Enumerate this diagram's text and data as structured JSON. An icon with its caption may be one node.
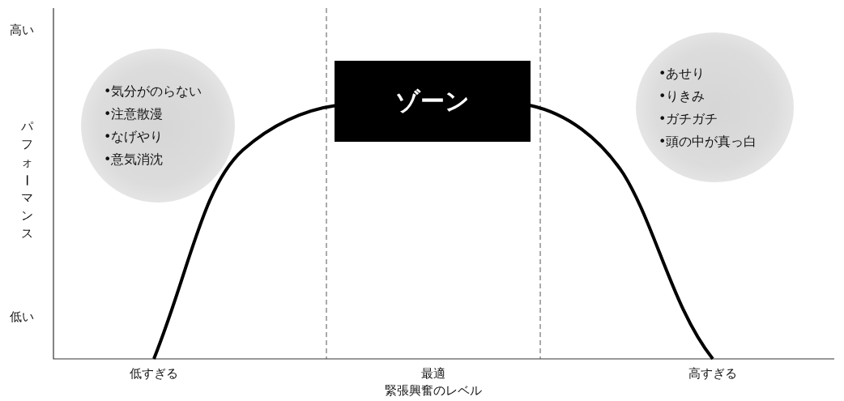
{
  "diagram": {
    "nodes": [
      {
        "text": [
          "•気分がのらない",
          "•注意散漫",
          "•なげやり",
          "•意気消沈"
        ]
      },
      {
        "text": [
          "ゾーン"
        ]
      },
      {
        "text": [
          "•あせり",
          "•りきみ",
          "•ガチガチ",
          "•頭の中が真っ白"
        ]
      }
    ],
    "labels": [
      "高い",
      "パフォーマンス",
      "低い",
      "低すぎる",
      "最適",
      "高すぎる",
      "緊張興奮のレベル"
    ]
  }
}
